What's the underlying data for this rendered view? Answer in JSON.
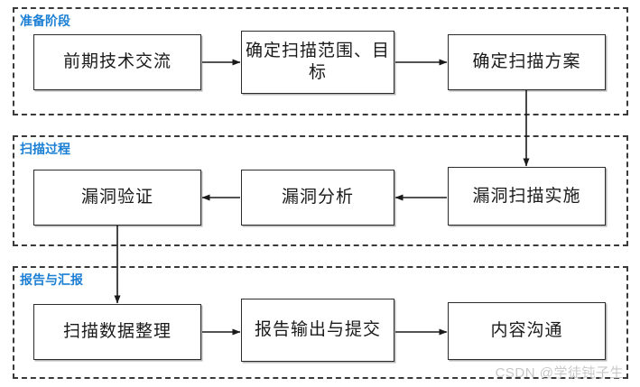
{
  "diagram": {
    "title": "",
    "type": "flowchart",
    "colors": {
      "group_border": "#3a3a3a",
      "group_label": "#1a7fd4",
      "node_border": "#2b2b2b",
      "node_fill": "#ffffff",
      "connector": "#1a1a1a",
      "watermark": "#c9c9c9"
    },
    "groups": [
      {
        "id": "prep",
        "label": "准备阶段",
        "nodes": [
          {
            "id": "r1c1",
            "label": "前期技术交流"
          },
          {
            "id": "r1c2",
            "label": "确定扫描范围、目标"
          },
          {
            "id": "r1c3",
            "label": "确定扫描方案"
          }
        ]
      },
      {
        "id": "scan",
        "label": "扫描过程",
        "nodes": [
          {
            "id": "r2c1",
            "label": "漏洞验证"
          },
          {
            "id": "r2c2",
            "label": "漏洞分析"
          },
          {
            "id": "r2c3",
            "label": "漏洞扫描实施"
          }
        ]
      },
      {
        "id": "report",
        "label": "报告与汇报",
        "nodes": [
          {
            "id": "r3c1",
            "label": "扫描数据整理"
          },
          {
            "id": "r3c2",
            "label": "报告输出与提交"
          },
          {
            "id": "r3c3",
            "label": "内容沟通"
          }
        ]
      }
    ],
    "edges": [
      {
        "from": "r1c1",
        "to": "r1c2",
        "direction": "right"
      },
      {
        "from": "r1c2",
        "to": "r1c3",
        "direction": "right"
      },
      {
        "from": "r1c3",
        "to": "r2c3",
        "direction": "down"
      },
      {
        "from": "r2c3",
        "to": "r2c2",
        "direction": "left"
      },
      {
        "from": "r2c2",
        "to": "r2c1",
        "direction": "left"
      },
      {
        "from": "r2c1",
        "to": "r3c1",
        "direction": "down"
      },
      {
        "from": "r3c1",
        "to": "r3c2",
        "direction": "right"
      },
      {
        "from": "r3c2",
        "to": "r3c3",
        "direction": "right"
      }
    ]
  },
  "watermark": {
    "text": "CSDN @学徒钝子生"
  }
}
